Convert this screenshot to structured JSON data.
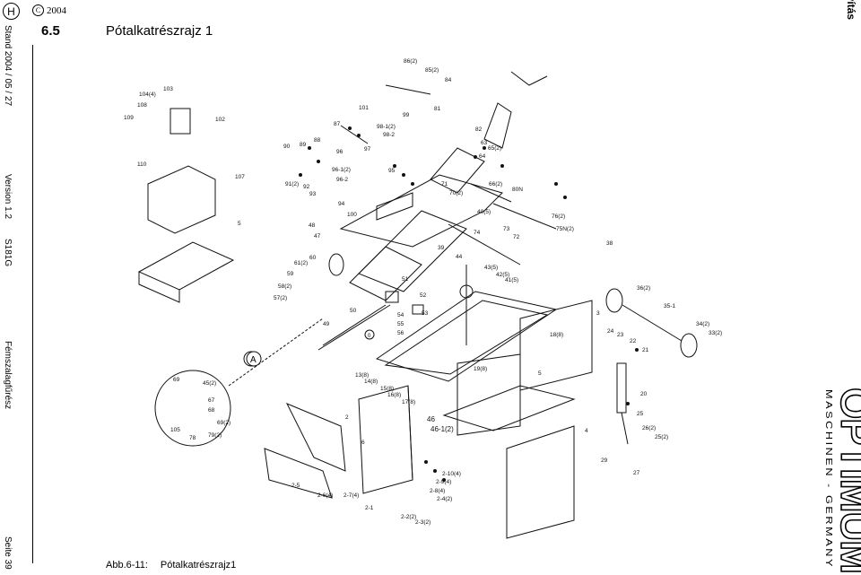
{
  "header": {
    "badge": "H",
    "copyright": "2004",
    "section_number": "6.5",
    "section_title": "Pótalkatrészrajz 1",
    "chapter": "Karbantartás/Javítás"
  },
  "sidebar": {
    "stand": "Stand 2004 / 05 / 27",
    "version": "Version 1.2",
    "model": "S181G",
    "type": "Fémszalagfűrész",
    "page": "Seite 39"
  },
  "figure": {
    "caption_number": "Abb.6-11:",
    "caption_text": "Pótalkatrészrajz1",
    "callout_letter": "A",
    "part_labels": [
      "86(2)",
      "85(2)",
      "84",
      "81",
      "82",
      "63",
      "65(2)",
      "64",
      "66(2)",
      "80N",
      "76(2)",
      "75N(2)",
      "38",
      "36(2)",
      "35-1",
      "34(2)",
      "33(2)",
      "3",
      "24",
      "23",
      "22",
      "21",
      "20",
      "25",
      "26(2)",
      "25(2)",
      "29",
      "27",
      "104(4)",
      "103",
      "102",
      "108",
      "109",
      "110",
      "107",
      "5",
      "101",
      "87",
      "99",
      "98-1(2)",
      "98-2",
      "97",
      "95",
      "96",
      "96-1(2)",
      "96-2",
      "93",
      "92",
      "91(2)",
      "90",
      "89",
      "88",
      "94",
      "100",
      "71",
      "70(2)",
      "40(5)",
      "74",
      "73",
      "72",
      "39",
      "48",
      "47",
      "60",
      "61(2)",
      "59",
      "58(2)",
      "57(2)",
      "51",
      "50",
      "52",
      "54",
      "53",
      "55",
      "56",
      "49",
      "44",
      "43(5)",
      "42(5)",
      "41(5)",
      "18(8)",
      "19(8)",
      "13(8)",
      "14(8)",
      "15(8)",
      "16(8)",
      "17(8)",
      "46",
      "46-1(2)",
      "2",
      "6",
      "1",
      "2-5",
      "2-6(4)",
      "2-7(4)",
      "2-1",
      "2-2(2)",
      "2-3(2)",
      "2-4(2)",
      "2-8(4)",
      "2-9(4)",
      "2-10(4)",
      "4",
      "69",
      "45(2)",
      "67",
      "68",
      "69(2)",
      "79(2)",
      "78",
      "105"
    ]
  },
  "logo": {
    "brand": "OPTIMUM",
    "tagline": "MASCHINEN - GERMANY"
  }
}
